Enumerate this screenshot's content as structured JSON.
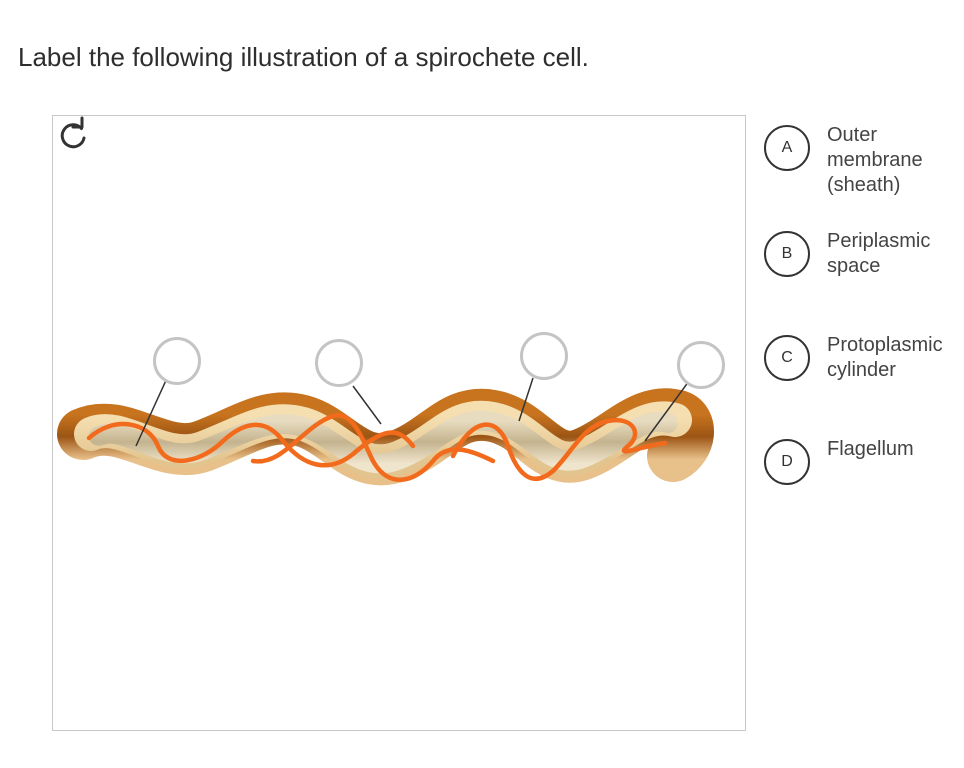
{
  "question": "Label the following illustration of a spirochete cell.",
  "illustration": {
    "subject": "spirochete cell",
    "drop_targets": [
      {
        "id": "target-1",
        "value": ""
      },
      {
        "id": "target-2",
        "value": ""
      },
      {
        "id": "target-3",
        "value": ""
      },
      {
        "id": "target-4",
        "value": ""
      }
    ],
    "colors": {
      "outer_membrane": "#b8661e",
      "periplasmic_space": "#e9cfa0",
      "protoplasmic_cylinder": "#cbbd9c",
      "flagellum": "#f26b1d"
    },
    "reset_icon": "reset-icon"
  },
  "choices": [
    {
      "letter": "A",
      "label": "Outer membrane (sheath)"
    },
    {
      "letter": "B",
      "label": "Periplasmic space"
    },
    {
      "letter": "C",
      "label": "Protoplasmic cylinder"
    },
    {
      "letter": "D",
      "label": "Flagellum"
    }
  ]
}
